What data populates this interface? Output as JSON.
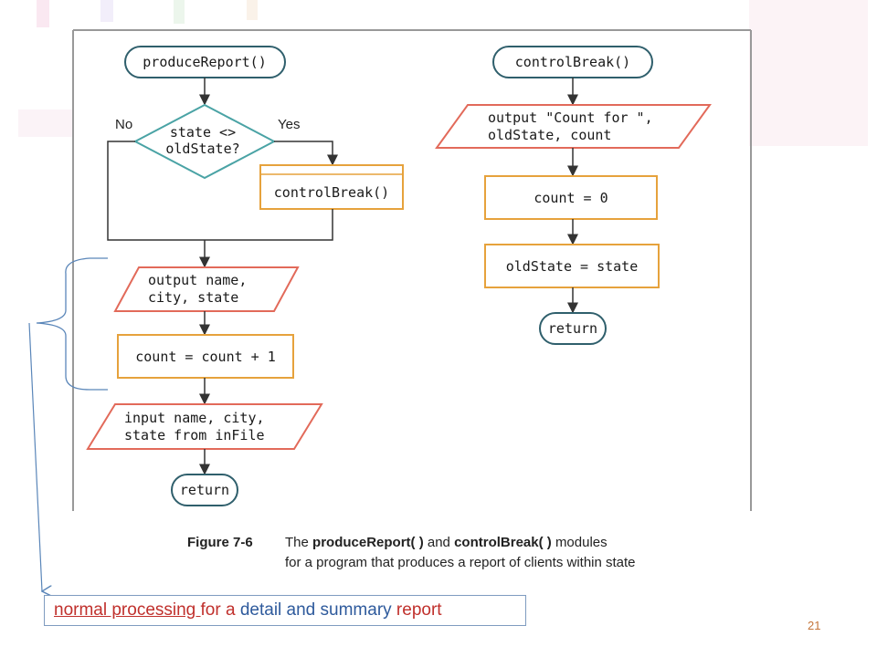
{
  "flowchart": {
    "left": {
      "start": "produceReport()",
      "decision_line1": "state <>",
      "decision_line2": "oldState?",
      "no_label": "No",
      "yes_label": "Yes",
      "call_box": "controlBreak()",
      "output_line1": "output name,",
      "output_line2": "city, state",
      "count_box": "count = count + 1",
      "input_line1": "input name, city,",
      "input_line2": "state from inFile",
      "end": "return"
    },
    "right": {
      "start": "controlBreak()",
      "output_line1": "output \"Count for \",",
      "output_line2": "oldState, count",
      "reset_box": "count = 0",
      "assign_box": "oldState = state",
      "end": "return"
    }
  },
  "caption": {
    "figure": "Figure 7-6",
    "the": "The",
    "module1": "produceReport( )",
    "and": "and",
    "module2": "controlBreak( )",
    "modules": "modules",
    "line2": "for a program that produces a report of clients within state"
  },
  "note": {
    "part1": "normal processing ",
    "part2": " for a ",
    "part3": "detail",
    "part4": " and ",
    "part5": "summary",
    "part6": " report"
  },
  "page_number": "21",
  "colors": {
    "terminal": "#2f5f6c",
    "decision": "#4aa3a5",
    "process": "#e6a23c",
    "io": "#e26a5a",
    "bracket": "#5a86b9"
  }
}
